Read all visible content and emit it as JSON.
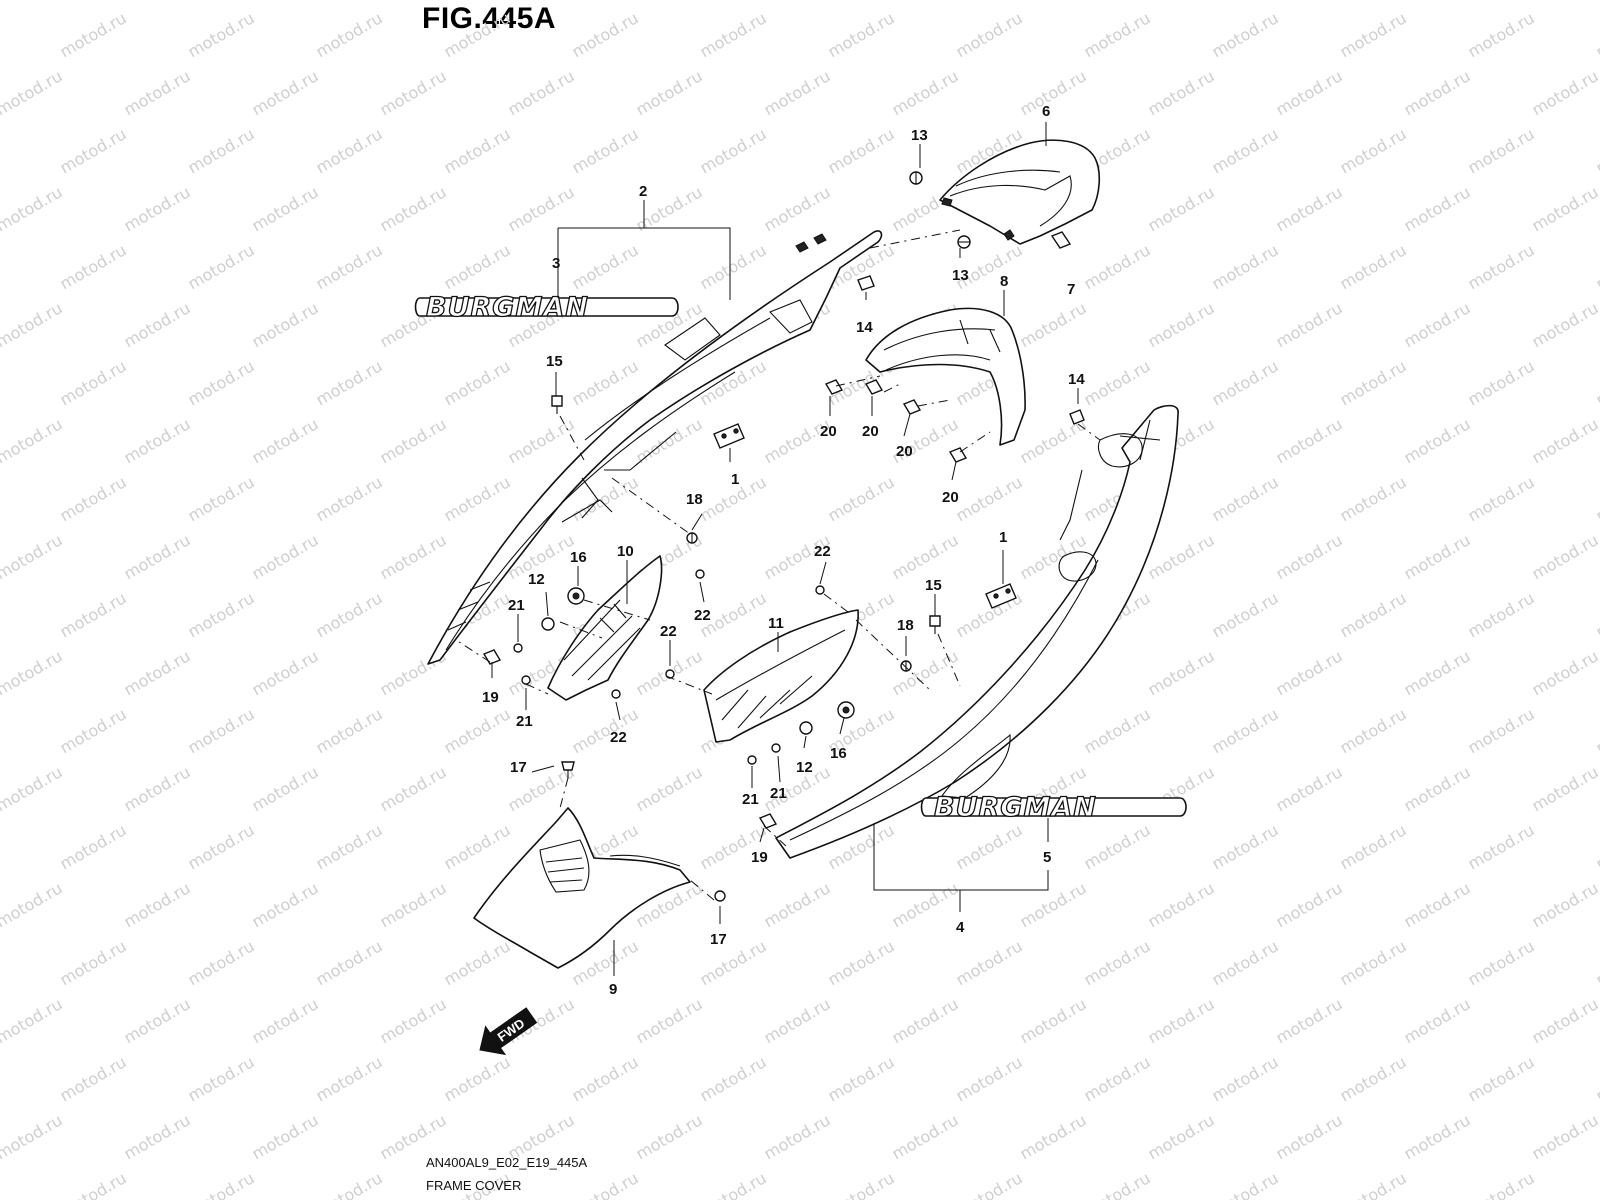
{
  "figure": {
    "title": "FIG.445A",
    "code": "AN400AL9_E02_E19_445A",
    "caption": "FRAME COVER"
  },
  "watermark": "motod.ru",
  "badges": {
    "fwd": "FWD",
    "logo_text": "BURGMAN"
  },
  "callouts": {
    "c1a": "1",
    "c1b": "1",
    "c2": "2",
    "c3": "3",
    "c4": "4",
    "c5": "5",
    "c6": "6",
    "c7": "7",
    "c8": "8",
    "c9": "9",
    "c10": "10",
    "c11": "11",
    "c12a": "12",
    "c12b": "12",
    "c13a": "13",
    "c13b": "13",
    "c14a": "14",
    "c14b": "14",
    "c15a": "15",
    "c15b": "15",
    "c16a": "16",
    "c16b": "16",
    "c17a": "17",
    "c17b": "17",
    "c18a": "18",
    "c18b": "18",
    "c19a": "19",
    "c19b": "19",
    "c20a": "20",
    "c20b": "20",
    "c20c": "20",
    "c20d": "20",
    "c21a": "21",
    "c21b": "21",
    "c21c": "21",
    "c21d": "21",
    "c22a": "22",
    "c22b": "22",
    "c22c": "22",
    "c22d": "22"
  }
}
